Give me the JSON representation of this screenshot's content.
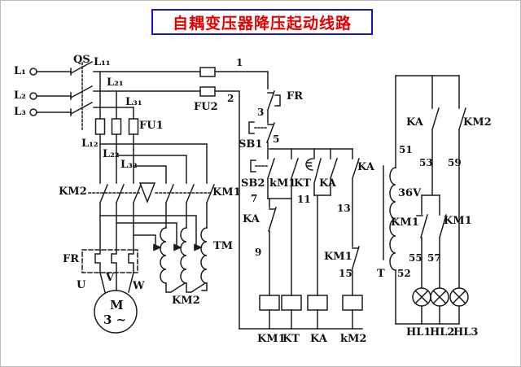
{
  "title": {
    "text": "自耦变压器降压起动线路"
  },
  "colors": {
    "title_text": "#e00000",
    "title_border": "#1414cc",
    "wire": "#1c1c1c"
  },
  "power": {
    "phases": [
      "L₁",
      "L₂",
      "L₃"
    ],
    "disconnect_switch": "QS",
    "line_tags_top": [
      "L₁₁",
      "L₂₁",
      "L₃₁"
    ],
    "main_fuse": "FU1",
    "line_tags_mid": [
      "L₁₂",
      "L₂₂",
      "L₃₂"
    ],
    "run_contactor": "KM2",
    "start_contactor": "KM1",
    "thermal_relay": "FR",
    "autotransformer": "TM",
    "star_contact": "KM2",
    "motor": {
      "symbol": "M",
      "phase": "3 ~",
      "terminals": [
        "U",
        "V",
        "W"
      ]
    }
  },
  "control": {
    "control_fuse": "FU2",
    "thermal_contact": "FR",
    "stop_button": "SB1",
    "start_button": "SB2",
    "seal_in_contact": "kM1",
    "timer_contact": "KT",
    "relay_contact_a": "KA",
    "relay_contact_b": "KA",
    "relay_nc_contact": "KA",
    "interlock_contact": "KM1",
    "coils": [
      "KM1",
      "KT",
      "KA",
      "kM2"
    ],
    "wire_numbers": {
      "n1": "1",
      "n2": "2",
      "n3": "3",
      "n5": "5",
      "n7": "7",
      "n9": "9",
      "n11": "11",
      "n13": "13",
      "n15": "15"
    }
  },
  "lamps": {
    "relay_contact": "KA",
    "run_contact": "KM2",
    "nc_contact": "KM1",
    "no_contact": "KM1",
    "transformer": "T",
    "secondary_voltage": "36V",
    "wire_numbers": {
      "n51": "51",
      "n52": "52",
      "n53": "53",
      "n55": "55",
      "n57": "57",
      "n59": "59"
    },
    "indicators": [
      "HL1",
      "HL2",
      "HL3"
    ]
  }
}
